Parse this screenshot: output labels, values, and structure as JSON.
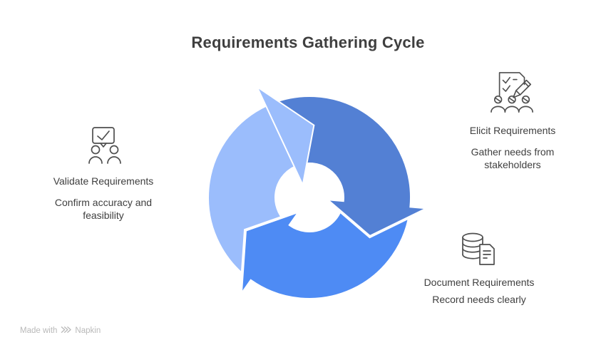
{
  "title": "Requirements Gathering Cycle",
  "colors": {
    "validate_segment": "#9BBDFC",
    "document_segment": "#4E8BF4",
    "elicit_segment": "#5380D4",
    "text": "#3F3F3F",
    "icon_stroke": "#4F4F4F",
    "footer_text": "#B9B9B9"
  },
  "cycle": {
    "direction": "clockwise",
    "segments": [
      {
        "id": "validate",
        "color": "#9BBDFC",
        "head_angle": 245
      },
      {
        "id": "document",
        "color": "#4E8BF4",
        "head_angle": 125
      },
      {
        "id": "elicit",
        "color": "#5380D4",
        "head_angle": 5
      }
    ],
    "overlay_head": "validate"
  },
  "nodes": [
    {
      "id": "elicit",
      "icon": "checklist-pencil-people-icon",
      "title": "Elicit Requirements",
      "subtitle": "Gather needs from stakeholders"
    },
    {
      "id": "document",
      "icon": "database-document-icon",
      "title": "Document Requirements",
      "subtitle": "Record needs clearly"
    },
    {
      "id": "validate",
      "icon": "chat-check-people-icon",
      "title": "Validate Requirements",
      "subtitle": "Confirm accuracy and feasibility"
    }
  ],
  "footer": {
    "prefix": "Made with",
    "brand": "Napkin"
  }
}
